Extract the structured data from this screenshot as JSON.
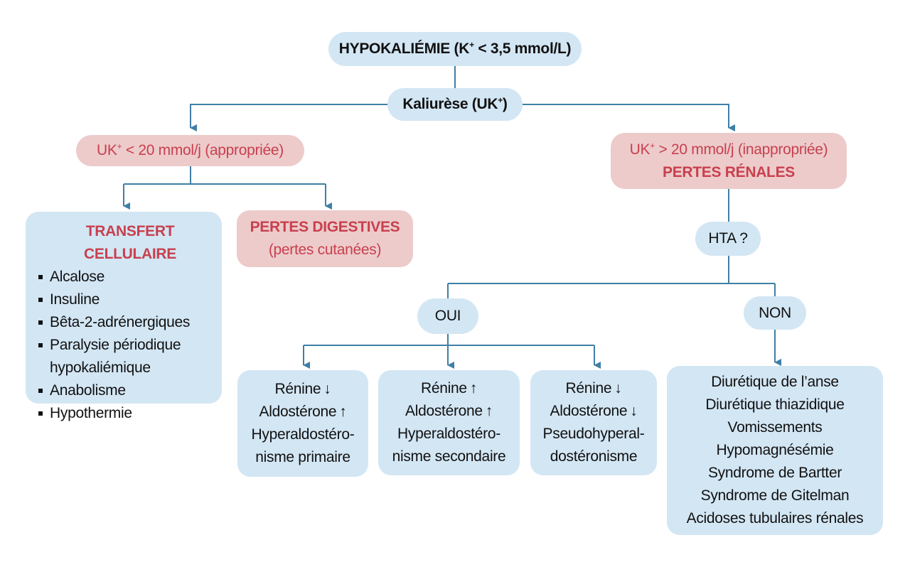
{
  "root": {
    "label": "HYPOKALIÉMIE (K",
    "sup": "+",
    "label_end": " < 3,5 mmol/L)"
  },
  "kaliurese": {
    "label": "Kaliurèse (UK",
    "sup": "+",
    "label_end": ")"
  },
  "low_uk": {
    "prefix": "UK",
    "sup": "+",
    "label": " < 20 mmol/j (appropriée)"
  },
  "high_uk": {
    "prefix": "UK",
    "sup": "+",
    "label": " > 20 mmol/j (inappropriée)",
    "line2": "PERTES RÉNALES"
  },
  "transfert": {
    "title": "TRANSFERT CELLULAIRE",
    "items": [
      "Alcalose",
      "Insuline",
      "Bêta-2-adrénergiques",
      "Paralysie périodique hypokaliémique",
      "Anabolisme",
      "Hypothermie"
    ]
  },
  "digestives": {
    "title": "PERTES DIGESTIVES",
    "subtitle": "(pertes cutanées)"
  },
  "hta": {
    "label": "HTA ?"
  },
  "oui": {
    "label": "OUI"
  },
  "non": {
    "label": "NON"
  },
  "hta_boxes": [
    {
      "renine": "Rénine",
      "renine_arrow": "↓",
      "aldo": "Aldostérone",
      "aldo_arrow": "↑",
      "text1": "Hyperaldostéro-",
      "text2": "nisme primaire"
    },
    {
      "renine": "Rénine",
      "renine_arrow": "↑",
      "aldo": "Aldostérone",
      "aldo_arrow": "↑",
      "text1": "Hyperaldostéro-",
      "text2": "nisme secondaire"
    },
    {
      "renine": "Rénine",
      "renine_arrow": "↓",
      "aldo": "Aldostérone",
      "aldo_arrow": "↓",
      "text1": "Pseudohyperal-",
      "text2": "dostéronisme"
    }
  ],
  "non_causes": [
    "Diurétique de l’anse",
    "Diurétique thiazidique",
    "Vomissements",
    "Hypomagnésémie",
    "Syndrome de Bartter",
    "Syndrome de Gitelman",
    "Acidoses tubulaires rénales"
  ],
  "colors": {
    "blue_box": "#d3e6f4",
    "pink_box": "#edcbcb",
    "red_text": "#c8404e",
    "connector": "#3f7fa6"
  }
}
